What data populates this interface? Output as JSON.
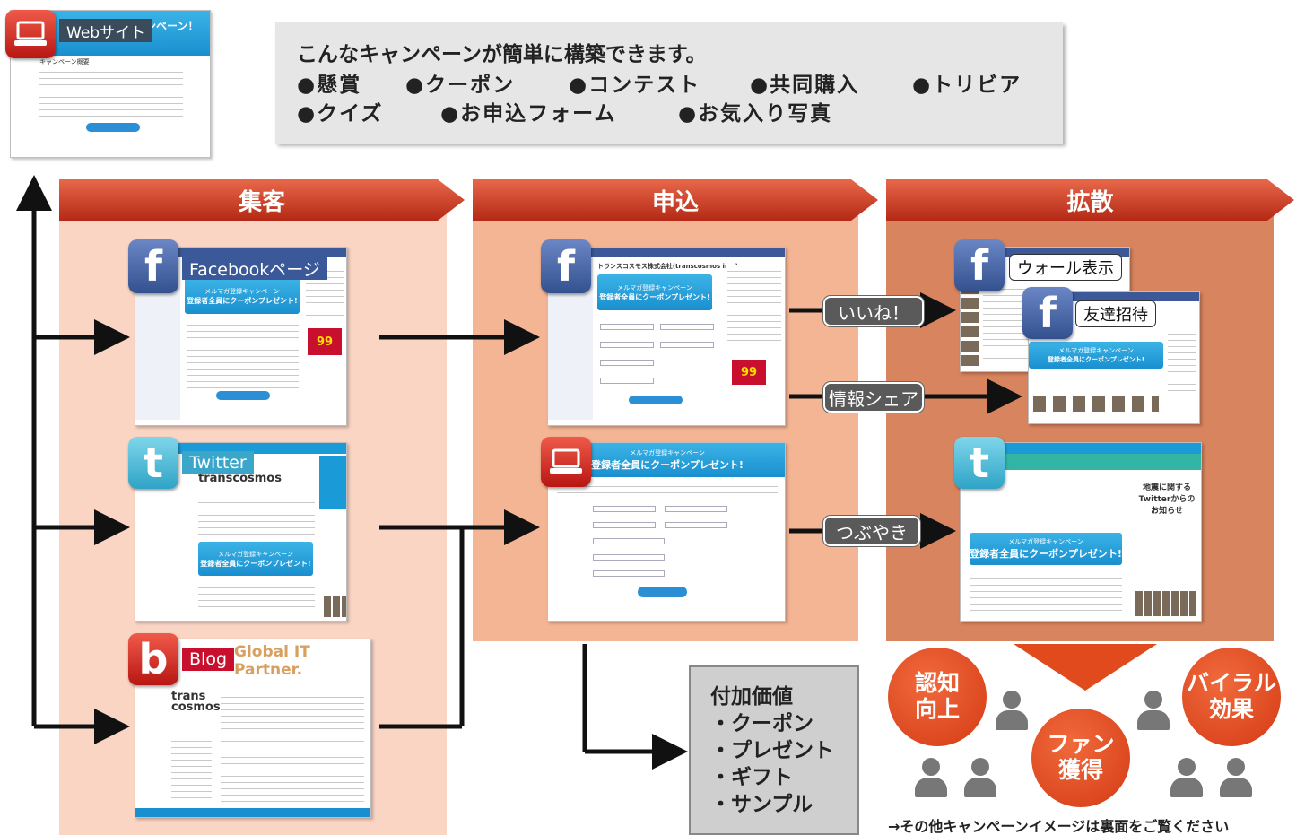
{
  "info": {
    "title": "こんなキャンペーンが簡単に構築できます。",
    "row1": [
      "●懸賞",
      "●クーポン",
      "●コンテスト",
      "●共同購入",
      "●トリビア"
    ],
    "row2": [
      "●クイズ",
      "●お申込フォーム",
      "●お気入り写真"
    ]
  },
  "columns": {
    "col1": "集客",
    "col2": "申込",
    "col3": "拡散"
  },
  "tags": {
    "website": "Webサイト",
    "facebook": "Facebookページ",
    "twitter": "Twitter",
    "blog": "Blog",
    "wall": "ウォール表示",
    "invite": "友達招待"
  },
  "actions": {
    "like": "いいね！",
    "share": "情報シェア",
    "tweet": "つぶやき"
  },
  "value_box": {
    "title": "付加価値",
    "items": [
      "・クーポン",
      "・プレゼント",
      "・ギフト",
      "・サンプル"
    ]
  },
  "effects": {
    "awareness": [
      "認知",
      "向上"
    ],
    "fans": [
      "ファン",
      "獲得"
    ],
    "viral": [
      "バイラル",
      "効果"
    ]
  },
  "screens": {
    "banner_sub": "メルマガ登録キャンペーン",
    "banner_main": "登録者全員にクーポンプレゼント!",
    "fb_company": "トランスコスモス株式会社(transcosmos inc.)",
    "tw_brand": "transcosmos",
    "tw_side": "地震に関するTwitterからのお知らせ",
    "blog_title": "Global IT Partner.",
    "blog_logo": "trans cosmos",
    "web_banner": "ンペーン！",
    "web_heading": "キャンペーン概要",
    "fb_ad": "99"
  },
  "footer_note": "→その他キャンペーンイメージは裏面をご覧ください",
  "colors": {
    "facebook": "#3b5998",
    "twitter": "#3aa6c9",
    "blog": "#c8102e",
    "header_red": "#c8361c",
    "circle_orange": "#e04a1c"
  }
}
